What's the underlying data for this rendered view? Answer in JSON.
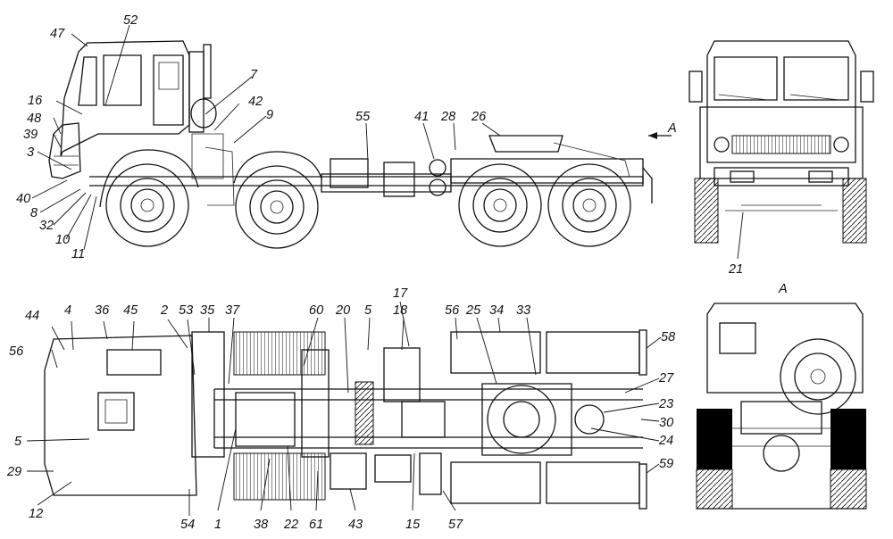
{
  "view_marks": {
    "arrow_label": "A",
    "section_label": "A"
  },
  "labels": {
    "side": [
      "52",
      "47",
      "7",
      "16",
      "42",
      "9",
      "48",
      "55",
      "41",
      "28",
      "26",
      "39",
      "3",
      "40",
      "8",
      "32",
      "10",
      "11"
    ],
    "front": [
      "21"
    ],
    "plan": [
      "17",
      "44",
      "4",
      "36",
      "45",
      "2",
      "53",
      "35",
      "37",
      "60",
      "20",
      "5",
      "18",
      "56",
      "25",
      "34",
      "33",
      "58",
      "56",
      "27",
      "23",
      "30",
      "5",
      "24",
      "59",
      "29",
      "12",
      "54",
      "1",
      "38",
      "22",
      "61",
      "43",
      "15",
      "57"
    ],
    "rear": []
  }
}
